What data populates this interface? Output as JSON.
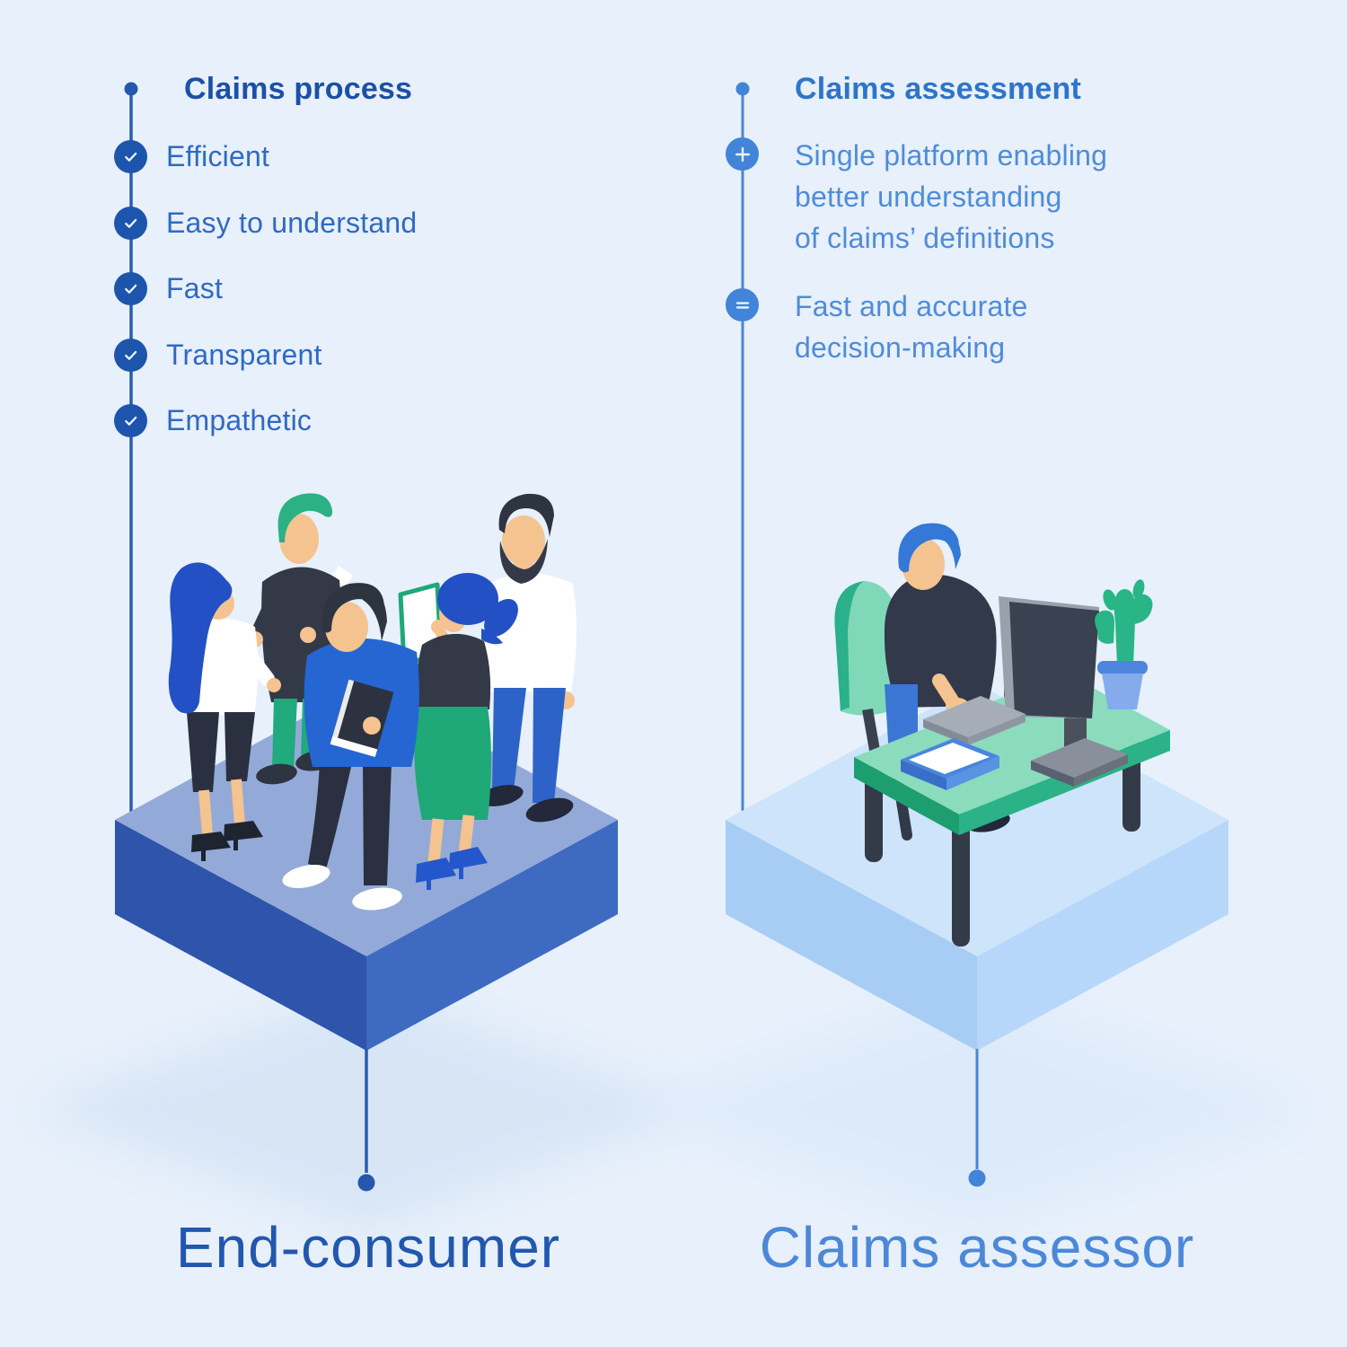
{
  "background": {
    "color": "#e7f0fb"
  },
  "left_section": {
    "header": "Claims process",
    "bullet_icon": "check-icon",
    "items": [
      "Efficient",
      "Easy to understand",
      "Fast",
      "Transparent",
      "Empathetic"
    ],
    "caption": "End-consumer",
    "colors": {
      "header": "#1c50a6",
      "item_text": "#3069c3",
      "bullet": "#1d55ad",
      "timeline": "#2a5cb1",
      "caption": "#2257ae",
      "platform_top": "#93aad8",
      "platform_left_face": "#2e55ab",
      "platform_right_face": "#3e6ac1"
    }
  },
  "right_section": {
    "header": "Claims assessment",
    "items": [
      {
        "icon": "plus-icon",
        "lines": [
          "Single platform enabling",
          "better understanding",
          "of claims’ definitions"
        ]
      },
      {
        "icon": "equals-icon",
        "lines": [
          "Fast and accurate",
          "decision-making"
        ]
      }
    ],
    "caption": "Claims assessor",
    "colors": {
      "header": "#2e74ca",
      "item_text": "#4f8cda",
      "bullet": "#4184d8",
      "timeline": "#4a86d6",
      "caption": "#4c88d8",
      "platform_top": "#cde4fb",
      "platform_left_face": "#a7cdf5",
      "platform_right_face": "#b7d7fa"
    }
  },
  "illustration": {
    "left_scene": "five people discussing on an isometric platform",
    "right_scene": "claims assessor working at a desk with computer, plant and document tray",
    "palette": {
      "skin": "#f4c38f",
      "charcoal_clothes": "#333947",
      "dark_pants": "#2b3040",
      "green": "#1fa878",
      "green_hair": "#2bb184",
      "bright_blue_sweater": "#2566d2",
      "denim": "#2d63c8",
      "hair_blue": "#2351c5",
      "desk_green": "#8adcbd",
      "desk_edge_green": "#1c9e70",
      "monitor_dark": "#3a4150",
      "monitor_gray": "#9ba1ac",
      "pot_blue": "#4c86dc",
      "white": "#ffffff"
    }
  }
}
